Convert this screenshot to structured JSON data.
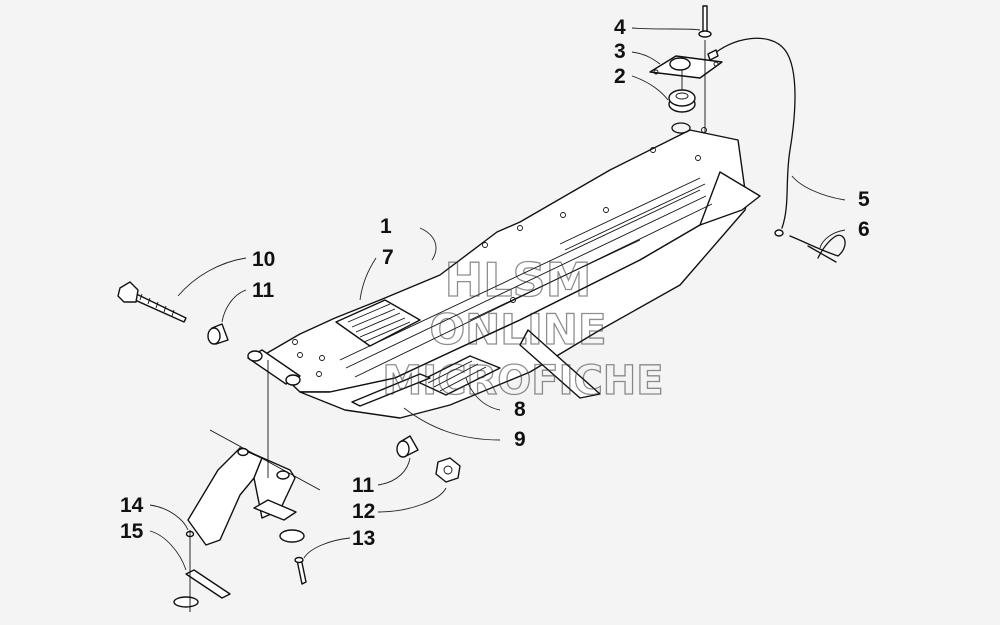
{
  "watermark": {
    "line1": "HLSM",
    "line2": "ONLINE",
    "line3": "MICROFICHE"
  },
  "callouts": [
    "1",
    "2",
    "3",
    "4",
    "5",
    "6",
    "7",
    "8",
    "9",
    "10",
    "11",
    "11",
    "12",
    "13",
    "14",
    "15"
  ]
}
